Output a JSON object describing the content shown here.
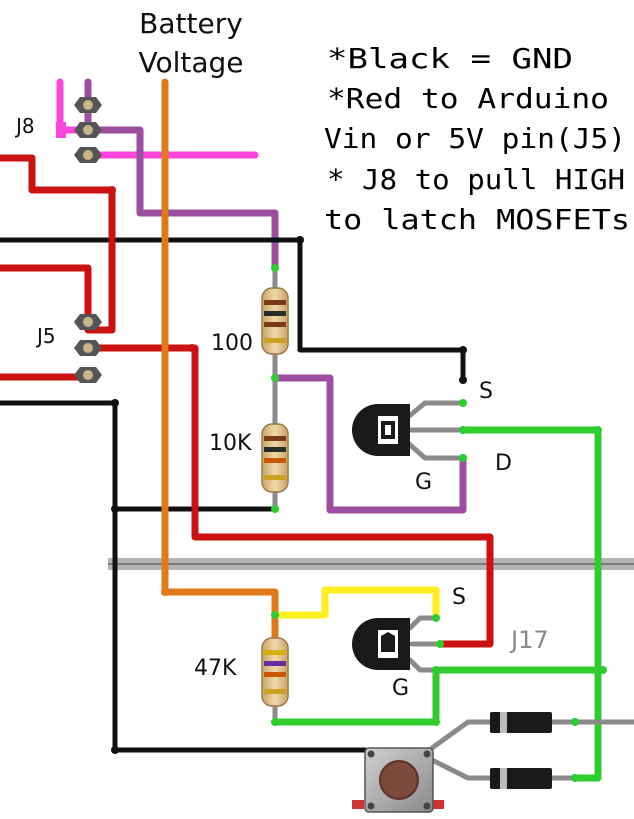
{
  "title": {
    "line1": "Battery",
    "line2": "Voltage"
  },
  "notes": [
    "*Black = GND",
    "*Red to Arduino",
    "Vin or 5V pin(J5)",
    "* J8 to pull HIGH",
    "to latch MOSFETs"
  ],
  "labels": {
    "j8": "J8",
    "j5": "J5",
    "j17": "J17",
    "r_100": "100",
    "r_10k": "10K",
    "r_47k": "47K",
    "q1_s": "S",
    "q1_d": "D",
    "q1_g": "G",
    "q2_s": "S",
    "q2_g": "G"
  },
  "colors": {
    "gnd": "#111111",
    "vin": "#cc1111",
    "battery": "#e07a1a",
    "j8_pullup": "#9c4fa0",
    "magenta": "#ff44dd",
    "green": "#2fcc2f",
    "yellow": "#ffee22",
    "grey_rail": "#a0a0a0"
  }
}
